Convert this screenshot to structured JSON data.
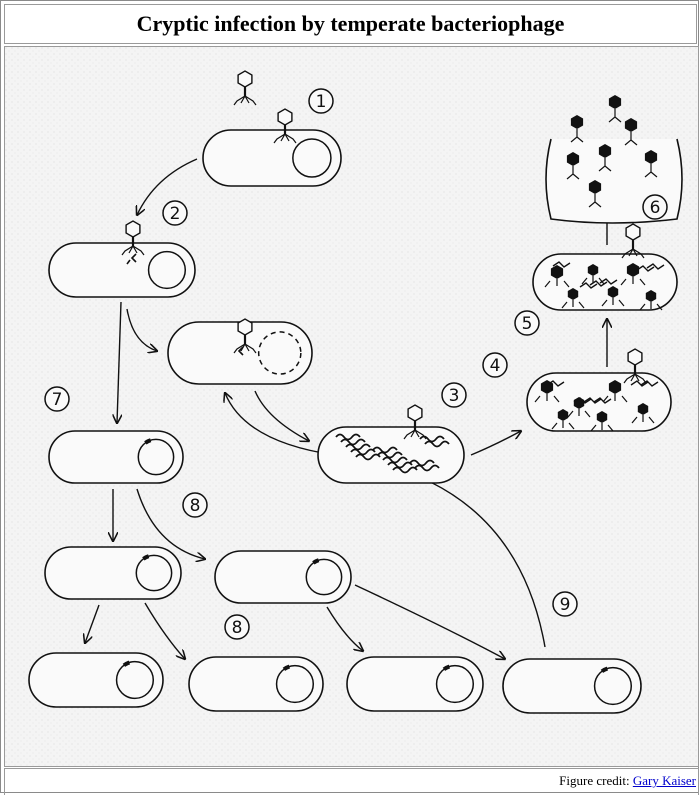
{
  "title": "Cryptic infection by temperate bacteriophage",
  "steps": [
    "1",
    "2",
    "3",
    "4",
    "5",
    "6",
    "7",
    "8",
    "8",
    "9"
  ],
  "credit": {
    "prefix": "Figure credit: ",
    "link_text": "Gary Kaiser"
  },
  "colors": {
    "ink": "#111111",
    "paper": "#f3f3f3",
    "link": "#0000cc"
  }
}
